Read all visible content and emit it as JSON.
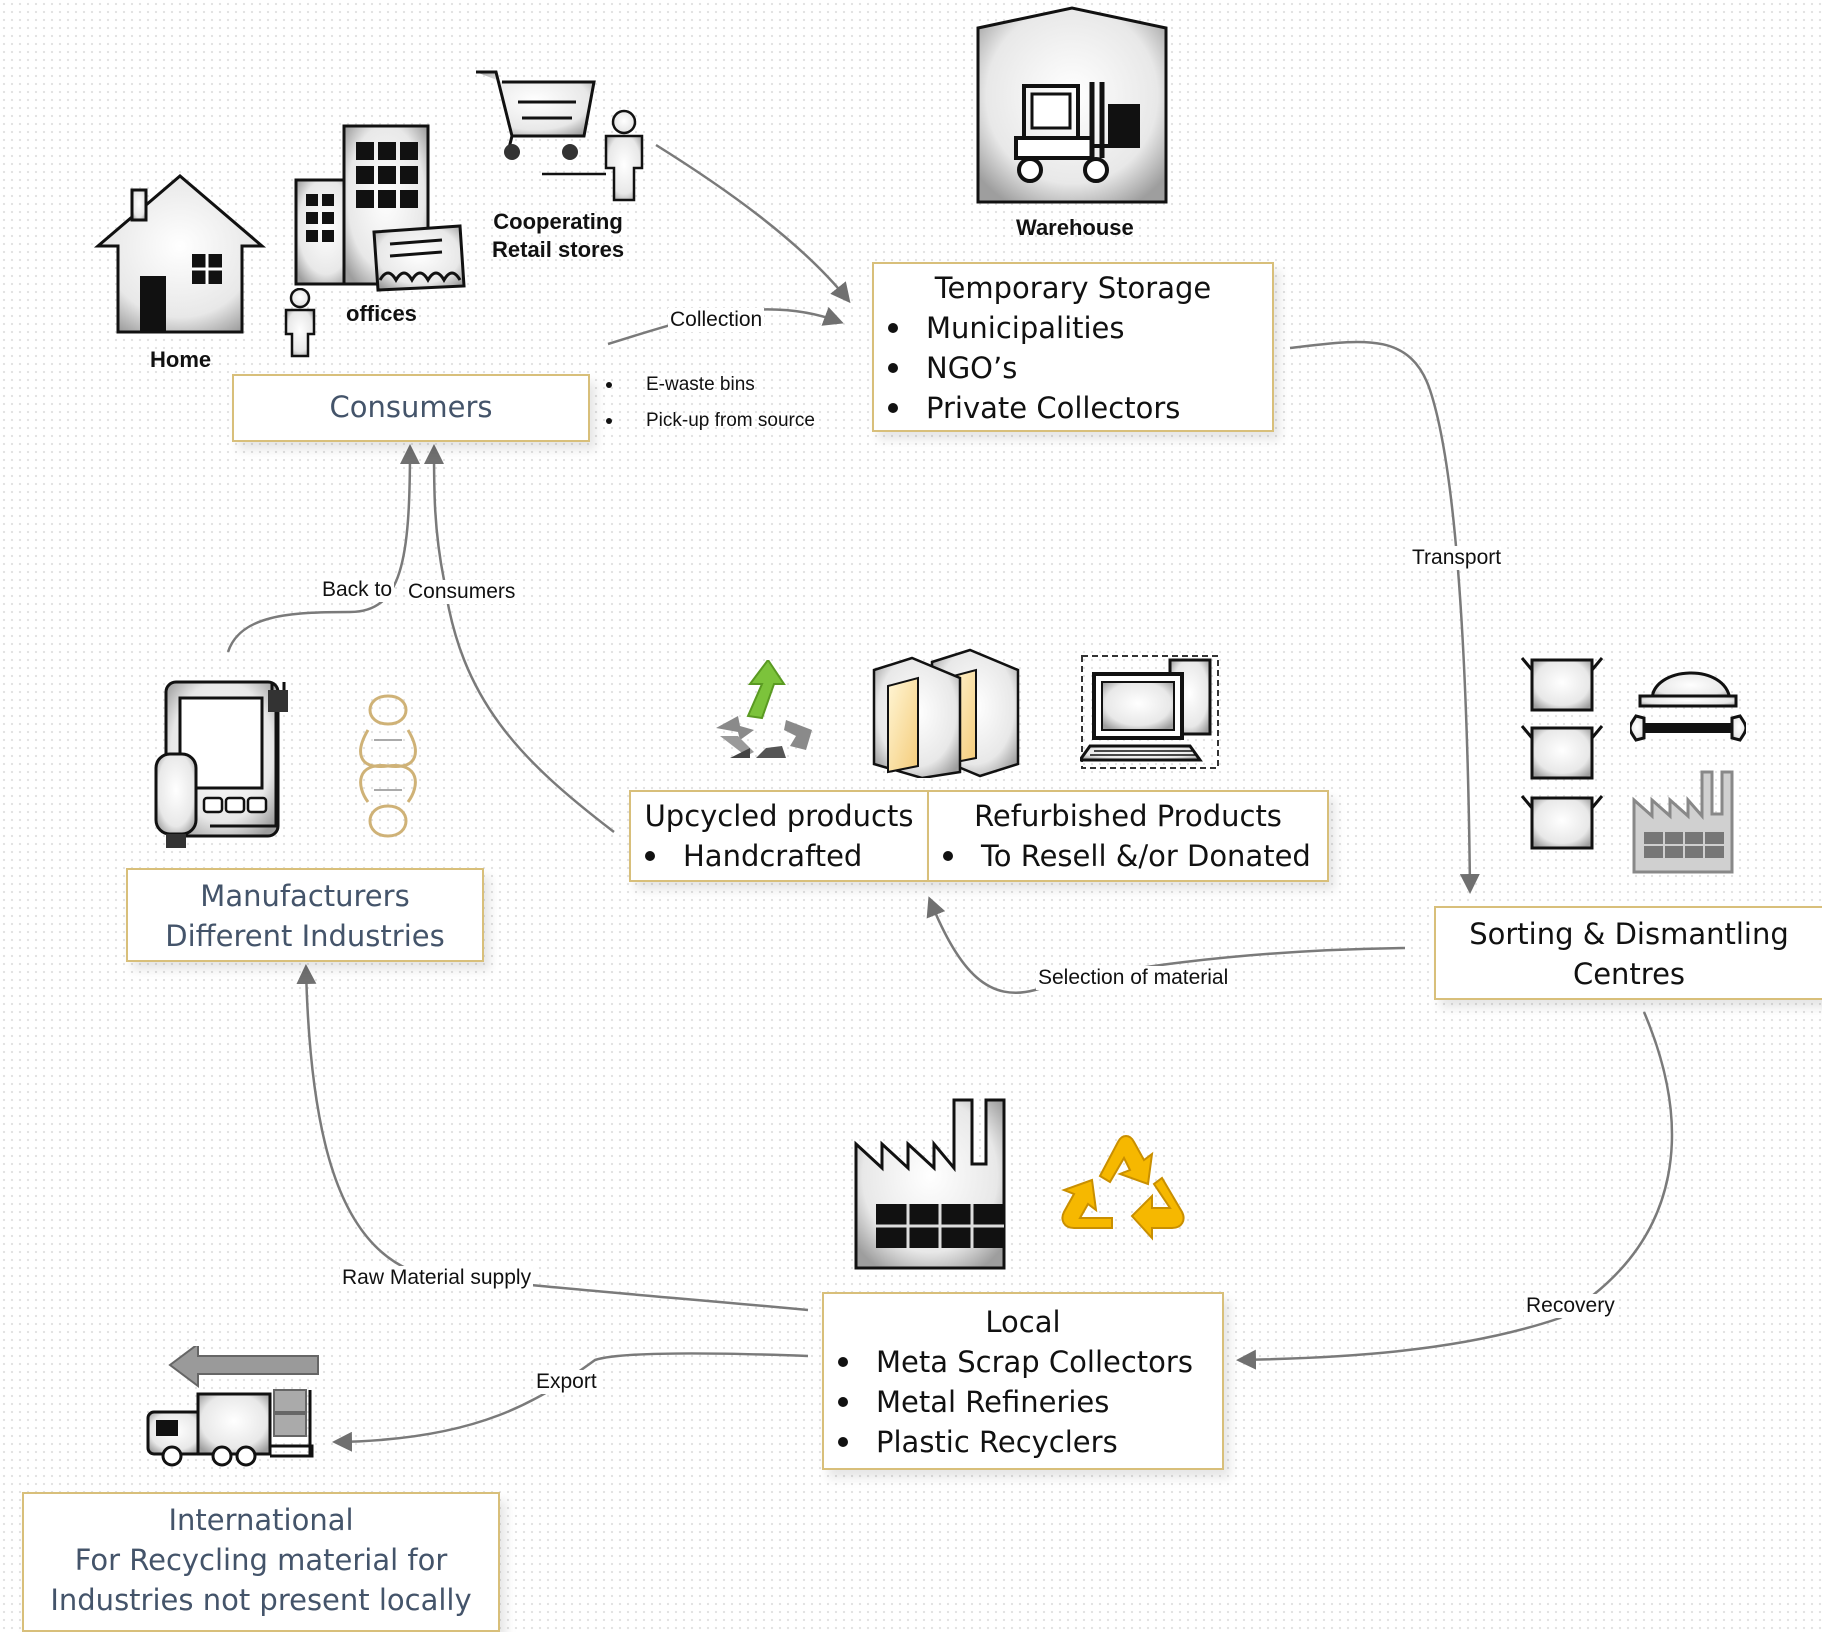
{
  "icons": {
    "home": "Home",
    "offices": "offices",
    "retail": [
      "Cooperating",
      "Retail stores"
    ],
    "warehouse": "Warehouse"
  },
  "consumers": {
    "title": "Consumers",
    "options": [
      "E-waste bins",
      "Pick-up from source"
    ]
  },
  "temporary_storage": {
    "title": "Temporary Storage",
    "items": [
      "Municipalities",
      "NGO’s",
      "Private Collectors"
    ]
  },
  "upcycled": {
    "title": "Upcycled products",
    "items": [
      "Handcrafted"
    ]
  },
  "refurbished": {
    "title": "Refurbished Products",
    "items": [
      "To Resell &/or Donated"
    ]
  },
  "manufacturers": {
    "lines": [
      "Manufacturers",
      "Different Industries"
    ]
  },
  "sorting": {
    "lines": [
      "Sorting & Dismantling",
      "Centres"
    ]
  },
  "local": {
    "title": "Local",
    "items": [
      "Meta Scrap Collectors",
      "Metal Refineries",
      "Plastic Recyclers"
    ]
  },
  "international": {
    "lines": [
      "International",
      "For Recycling material for",
      "Industries not present locally"
    ]
  },
  "edges": {
    "collection": "Collection",
    "transport": "Transport",
    "back_to": "Back to",
    "consumers": "Consumers",
    "selection": "Selection of material",
    "recovery": "Recovery",
    "raw_material": "Raw Material supply",
    "export": "Export"
  },
  "colors": {
    "box_border": "#d8bf7a",
    "arrow": "#707070",
    "recycle_yellow": "#f6b800",
    "upcycle_green": "#7cc33b",
    "box_text_blue": "#44546a"
  }
}
